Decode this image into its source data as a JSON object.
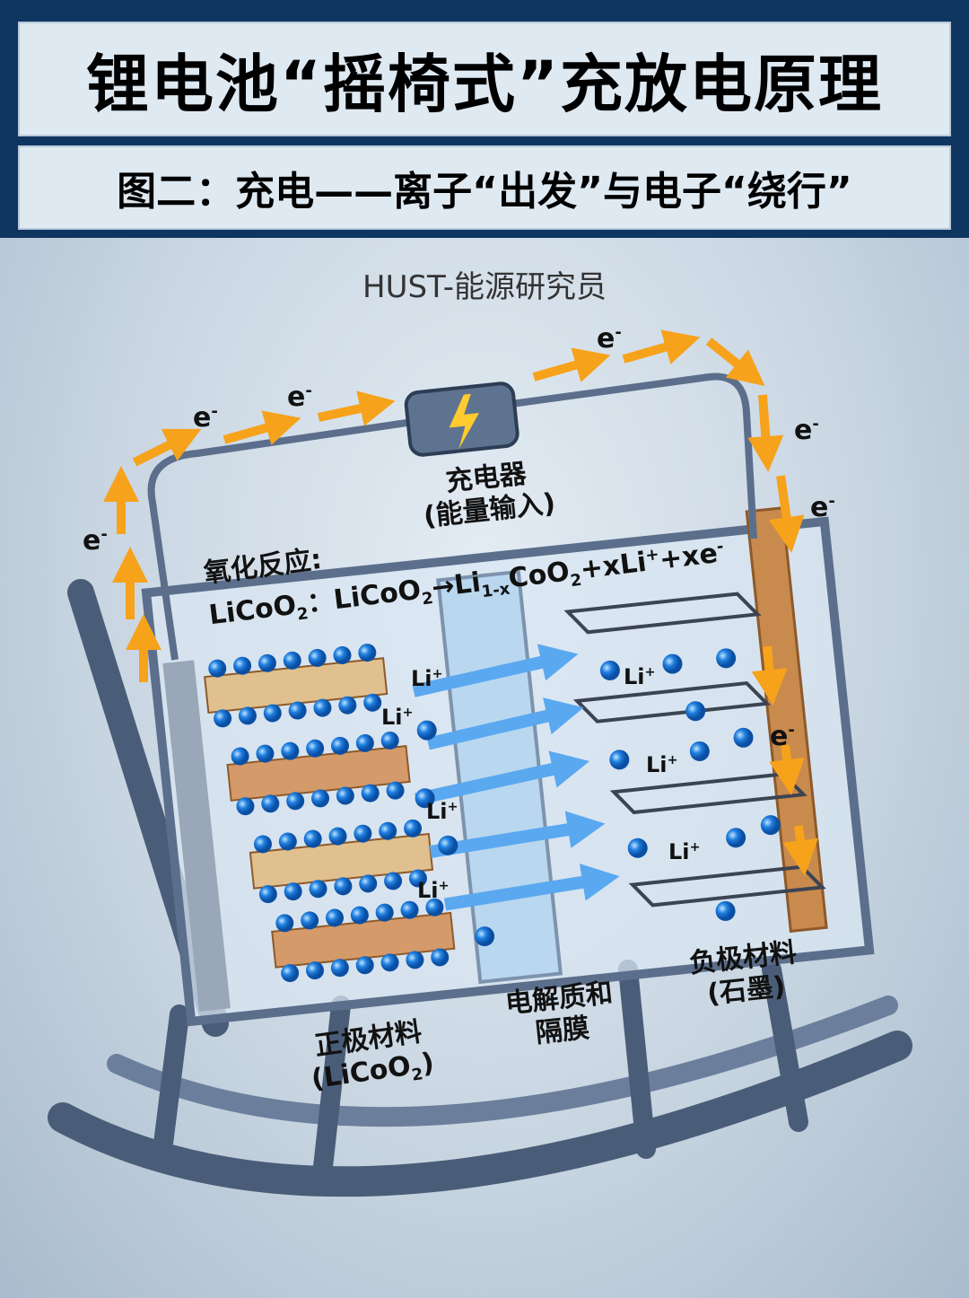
{
  "header": {
    "title": "锂电池“摇椅式”充放电原理",
    "subtitle": "图二：充电——离子“出发”与电子“绕行”"
  },
  "watermark": "HUST-能源研究员",
  "charger": {
    "name": "充电器",
    "note": "(能量输入)"
  },
  "reaction": {
    "label": "氧化反应:",
    "lhs": "LiCoO",
    "lhs_sub": "2",
    "sep": "：LiCoO",
    "sep_sub": "2",
    "arrow": "→Li",
    "sub1": "1-x",
    "mid": "CoO",
    "mid_sub": "2",
    "tail": "+xLi",
    "tail_sup": "+",
    "end": "+xe",
    "end_sup": "-"
  },
  "electron": "e",
  "electron_sup": "-",
  "ion": "Li",
  "ion_sup": "+",
  "labels": {
    "cathode": "正极材料",
    "cathode_formula": "(LiCoO",
    "cathode_sub": "2",
    "cathode_close": ")",
    "electrolyte": "电解质和",
    "separator": "隔膜",
    "anode": "负极材料",
    "anode_note": "(石墨)"
  },
  "colors": {
    "navy": "#0f3561",
    "arrow_orange": "#f7a21b",
    "ion_blue": "#1f7fe0",
    "copper": "#c98a4e"
  }
}
